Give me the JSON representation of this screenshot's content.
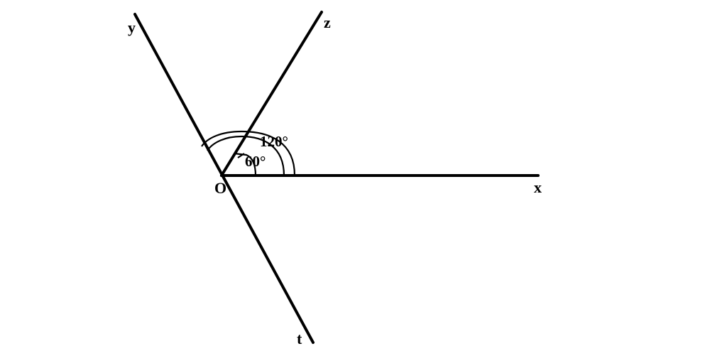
{
  "figure": {
    "points": {
      "origin": "O",
      "x": "x",
      "y": "y",
      "z": "z",
      "t": "t"
    },
    "angles": {
      "xOz": "60°",
      "xOy": "120°"
    }
  }
}
